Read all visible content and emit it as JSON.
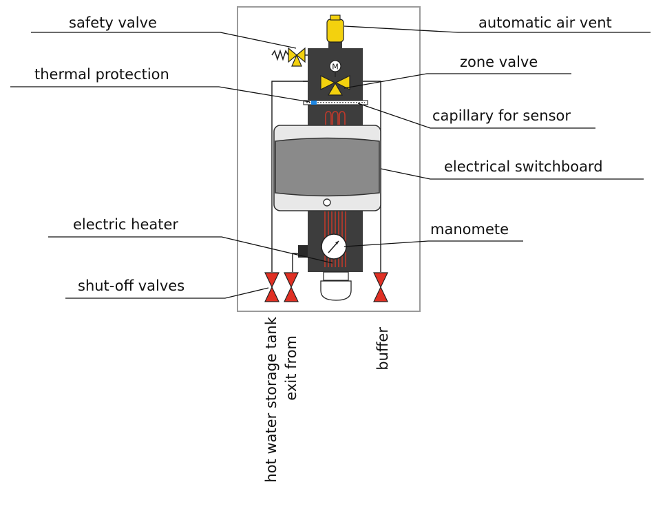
{
  "labels": {
    "safety_valve": "safety valve",
    "automatic_air_vent": "automatic air vent",
    "thermal_protection": "thermal protection",
    "zone_valve": "zone valve",
    "capillary_for_sensor": "capillary for sensor",
    "electrical_switchboard": "electrical switchboard",
    "electric_heater": "electric heater",
    "manometer": "manomete",
    "shut_off_valves": "shut-off valves",
    "outlet_hot_water_tank": "hot water storage tank",
    "outlet_exit_from": "exit from",
    "outlet_buffer": "buffer"
  },
  "icons": {
    "motor": "M"
  },
  "colors": {
    "frame": "#9a9a9a",
    "body": "#3d3d3d",
    "heater_coil": "#c0392b",
    "valve_red": "#e03024",
    "valve_yellow": "#f3d10e",
    "switchboard_outer": "#e8e8e8",
    "switchboard_panel": "#8a8a8a",
    "sensor_blue": "#1e88e5"
  }
}
